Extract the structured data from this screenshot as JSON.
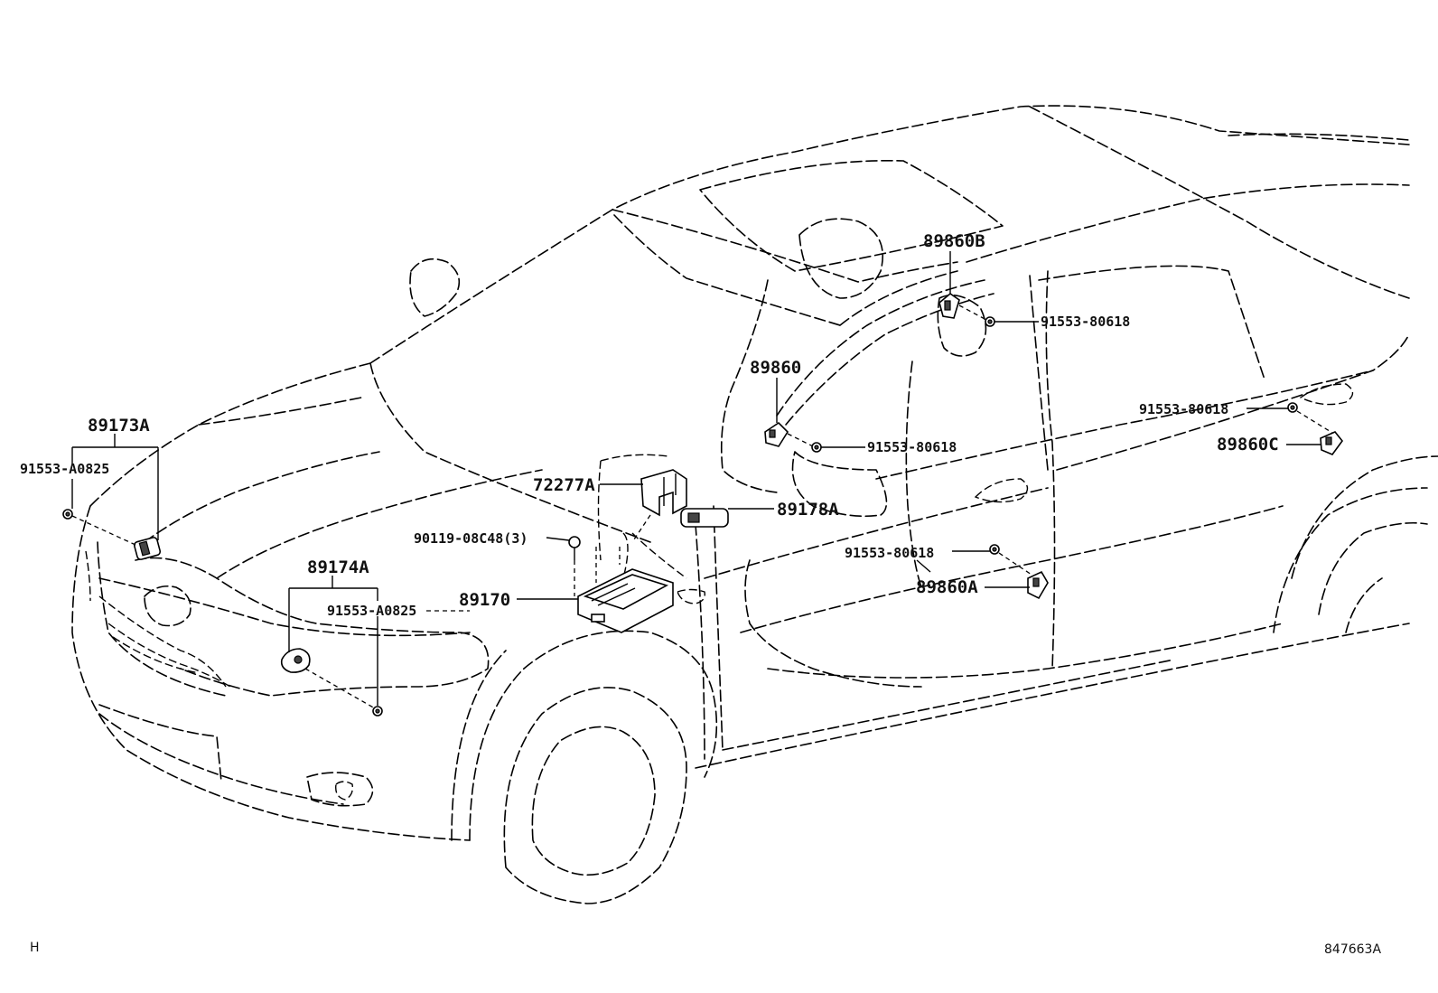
{
  "labels": {
    "p89173A": "89173A",
    "p91553A0825_left": "91553-A0825",
    "p89174A": "89174A",
    "p91553A0825_mid": "91553-A0825",
    "p89170": "89170",
    "p90119": "90119-08C48(3)",
    "p72277A": "72277A",
    "p89178A": "89178A",
    "p89860": "89860",
    "p91553_80618_a": "91553-80618",
    "p89860B": "89860B",
    "p91553_80618_b": "91553-80618",
    "p91553_80618_c": "91553-80618",
    "p89860C": "89860C",
    "p91553_80618_d": "91553-80618",
    "p89860A": "89860A"
  },
  "footer": {
    "section_letter": "H",
    "illustration_number": "847663A"
  }
}
